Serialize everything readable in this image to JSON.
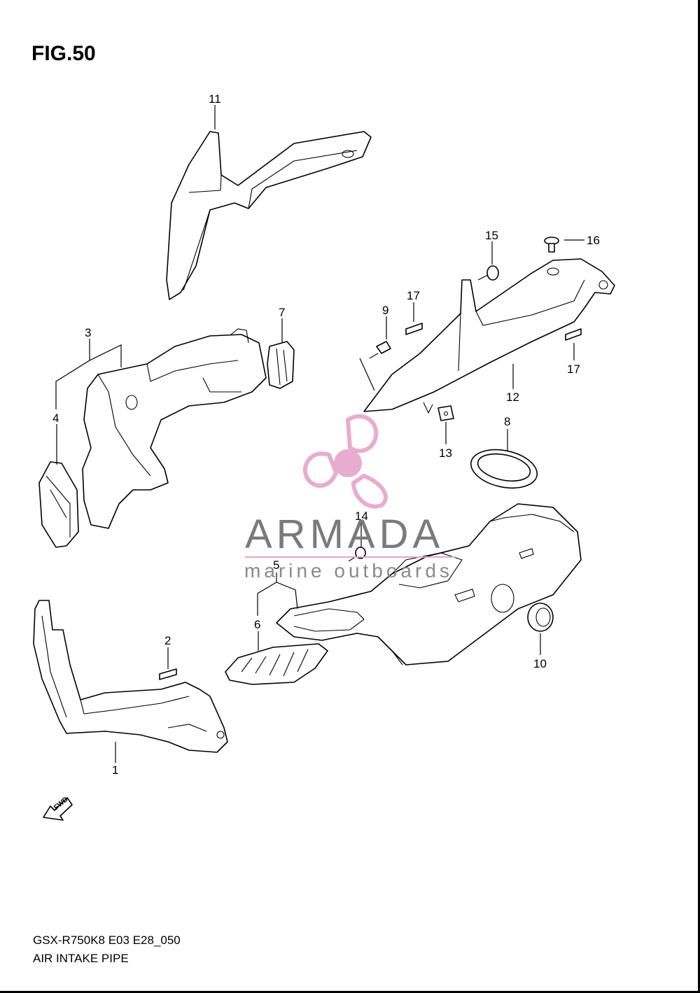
{
  "figure": {
    "title": "FIG.50",
    "model_code": "GSX-R750K8 E03 E28_050",
    "caption": "AIR INTAKE PIPE"
  },
  "watermark": {
    "brand": "ARMADA",
    "tagline": "marine outboards",
    "logo_color": "#e6a4cb"
  },
  "direction_arrow": {
    "label": "FWD"
  },
  "callouts": {
    "c1": "1",
    "c2": "2",
    "c3": "3",
    "c4": "4",
    "c5": "5",
    "c6": "6",
    "c7": "7",
    "c8": "8",
    "c9": "9",
    "c10": "10",
    "c11": "11",
    "c12": "12",
    "c13": "13",
    "c14": "14",
    "c15": "15",
    "c16": "16",
    "c17a": "17",
    "c17b": "17"
  }
}
